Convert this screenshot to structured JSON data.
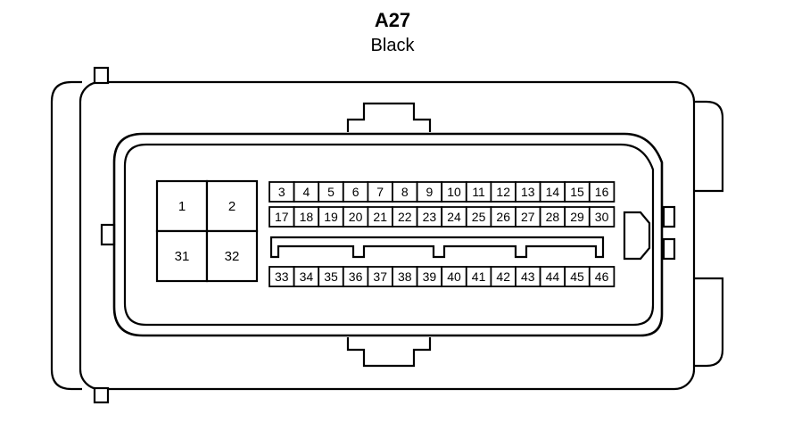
{
  "connector": {
    "id": "A27",
    "color": "Black"
  },
  "left_block_pins": [
    [
      "1",
      "2"
    ],
    [
      "31",
      "32"
    ]
  ],
  "row1_pins": [
    "3",
    "4",
    "5",
    "6",
    "7",
    "8",
    "9",
    "10",
    "11",
    "12",
    "13",
    "14",
    "15",
    "16"
  ],
  "row2_pins": [
    "17",
    "18",
    "19",
    "20",
    "21",
    "22",
    "23",
    "24",
    "25",
    "26",
    "27",
    "28",
    "29",
    "30"
  ],
  "row3_pins": [
    "33",
    "34",
    "35",
    "36",
    "37",
    "38",
    "39",
    "40",
    "41",
    "42",
    "43",
    "44",
    "45",
    "46"
  ]
}
